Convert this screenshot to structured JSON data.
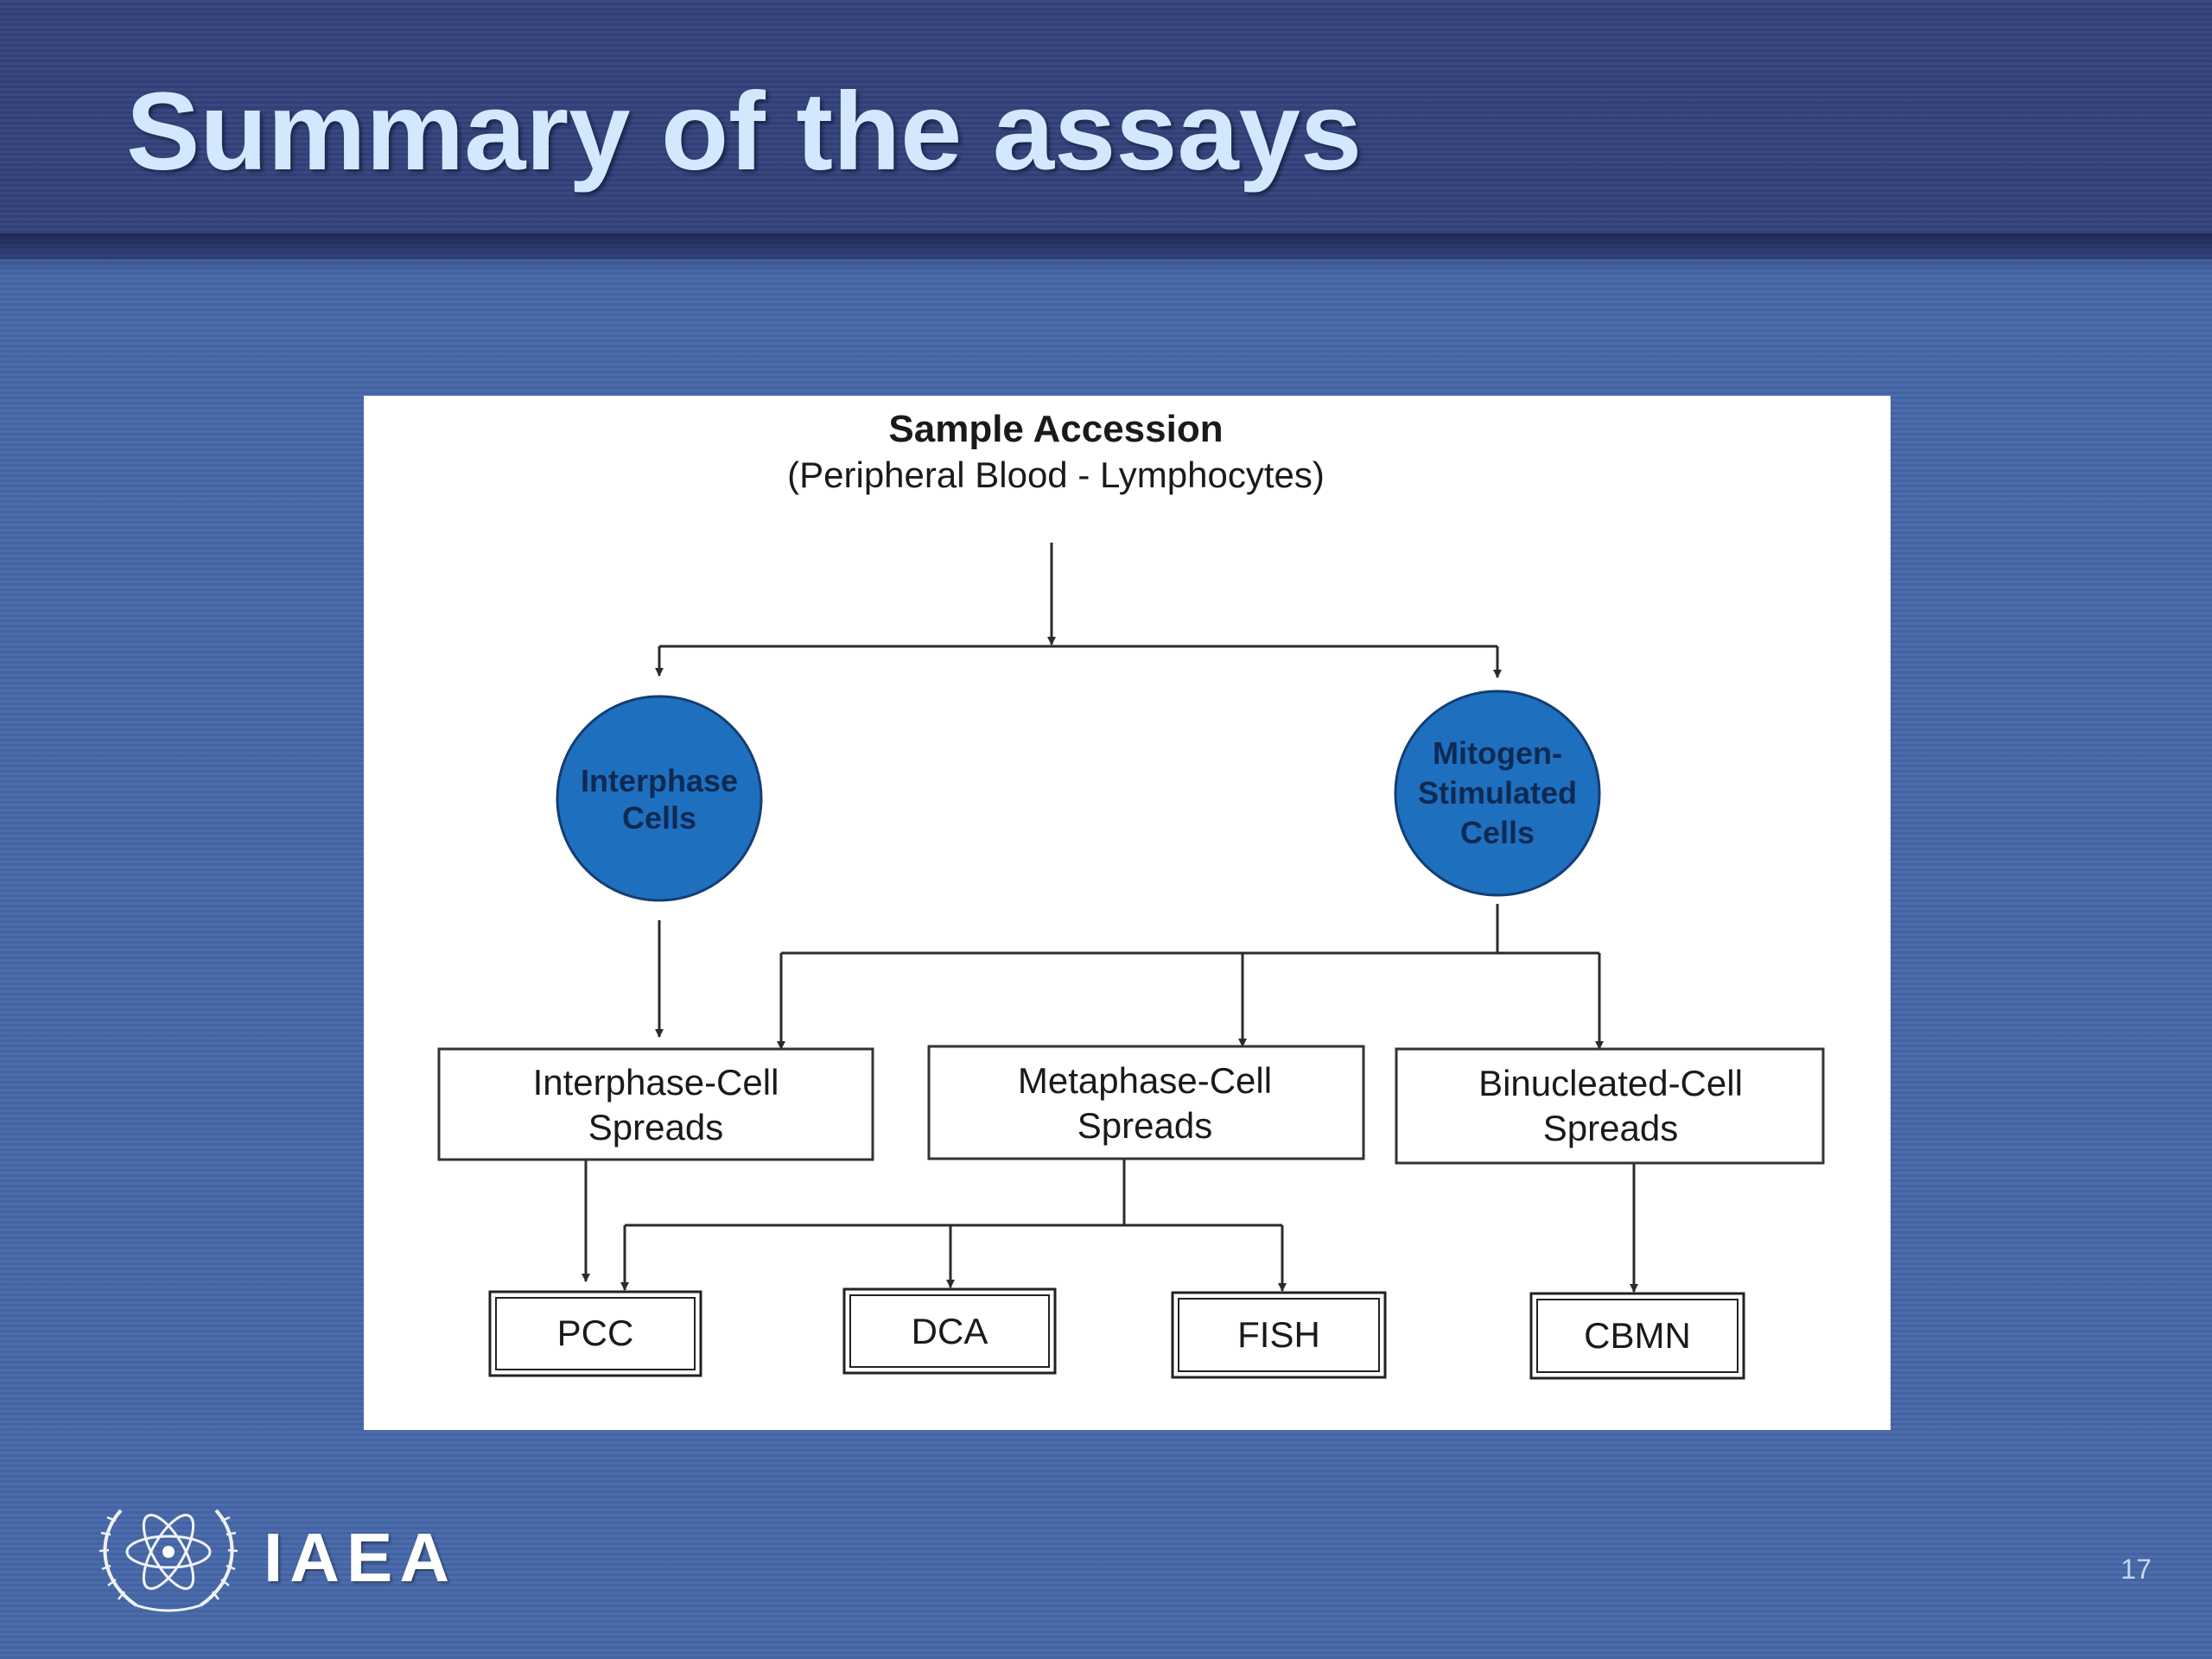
{
  "slide": {
    "title": "Summary of the assays",
    "page_number": "17"
  },
  "diagram": {
    "source": {
      "title": "Sample Accession",
      "subtitle": "(Peripheral Blood - Lymphocytes)"
    },
    "cell_types": [
      {
        "line1": "Interphase",
        "line2": "Cells",
        "line3": ""
      },
      {
        "line1": "Mitogen-",
        "line2": "Stimulated",
        "line3": "Cells"
      }
    ],
    "spreads": [
      {
        "line1": "Interphase-Cell",
        "line2": "Spreads"
      },
      {
        "line1": "Metaphase-Cell",
        "line2": "Spreads"
      },
      {
        "line1": "Binucleated-Cell",
        "line2": "Spreads"
      }
    ],
    "assays": [
      "PCC",
      "DCA",
      "FISH",
      "CBMN"
    ],
    "circle_color": "#1f6fbf",
    "line_color": "#2b2b2b"
  },
  "logo": {
    "text": "IAEA",
    "emblem": "un-wreath-atom-emblem"
  }
}
